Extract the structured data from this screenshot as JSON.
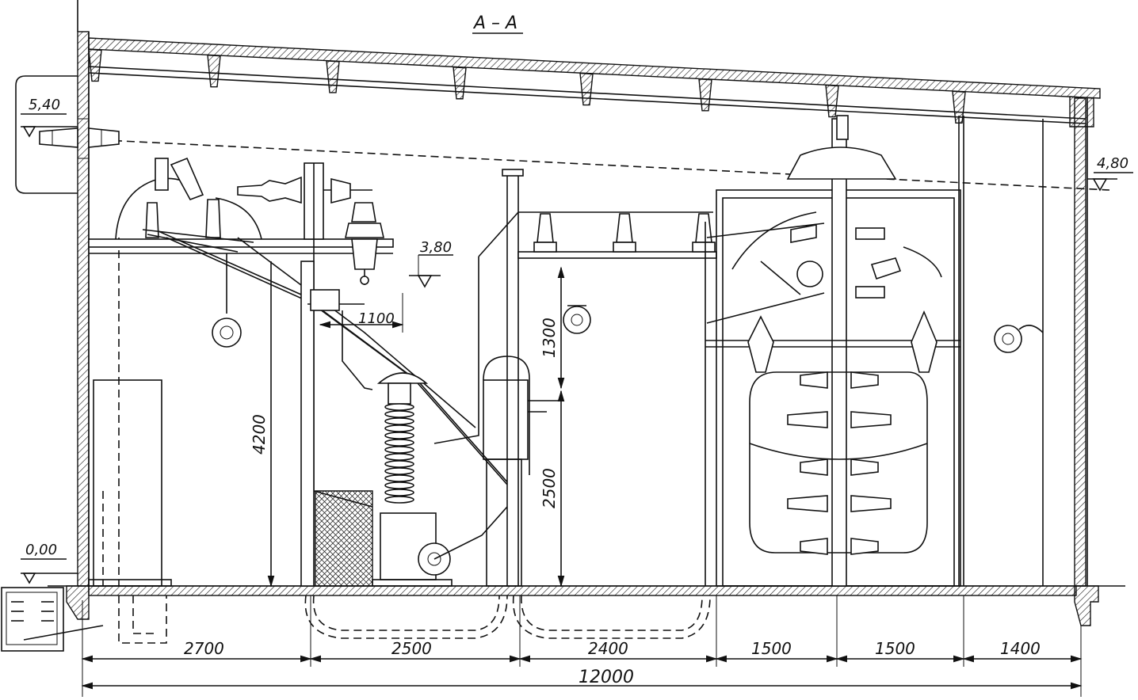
{
  "section": {
    "title": "A – A"
  },
  "levels": {
    "roof_left": "5,40",
    "roof_right": "4,80",
    "mid": "3,80",
    "floor": "0,00"
  },
  "vertical_dims": {
    "height_left": "4200",
    "bus_drop": "1300",
    "device_height": "2500"
  },
  "horizontal_dims": {
    "offset": "1100",
    "bays": [
      "2700",
      "2500",
      "2400",
      "1500",
      "1500",
      "1400"
    ],
    "total": "12000"
  }
}
